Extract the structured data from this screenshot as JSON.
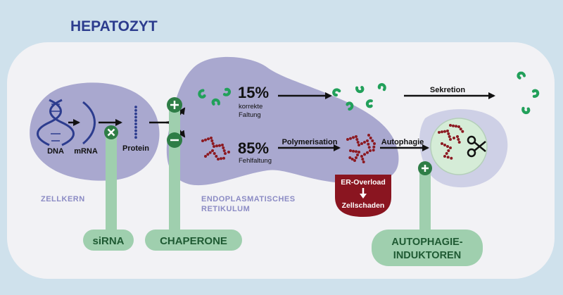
{
  "title": "HEPATOZYT",
  "nucleus": {
    "dna": "DNA",
    "mrna": "mRNA",
    "label": "ZELLKERN"
  },
  "protein": "Protein",
  "er": {
    "label_line1": "ENDOPLASMATISCHES",
    "label_line2": "RETIKULUM"
  },
  "correct": {
    "percent": "15%",
    "line1": "korrekte",
    "line2": "Faltung"
  },
  "misfold": {
    "percent": "85%",
    "line1": "Fehlfaltung"
  },
  "arrows": {
    "secretion": "Sekretion",
    "polymerisation": "Polymerisation",
    "autophagy": "Autophagie"
  },
  "overload": {
    "line1": "ER-Overload",
    "line2": "Zellschaden"
  },
  "therapies": {
    "sirna": "siRNA",
    "chaperone": "CHAPERONE",
    "autophagy_line1": "AUTOPHAGIE-",
    "autophagy_line2": "INDUKTOREN"
  },
  "colors": {
    "background": "#cfe1ec",
    "cell": "#f2f2f5",
    "compartment": "#a9a8cf",
    "title": "#2c3c8e",
    "therapy": "#9fcfae",
    "therapy_text": "#1f5a33",
    "correct_protein": "#22a05a",
    "misfolded_protein": "#8c1a22",
    "overload": "#8a1520",
    "vesicle": "#ced0e6",
    "lysosome": "#d5ecd7"
  }
}
